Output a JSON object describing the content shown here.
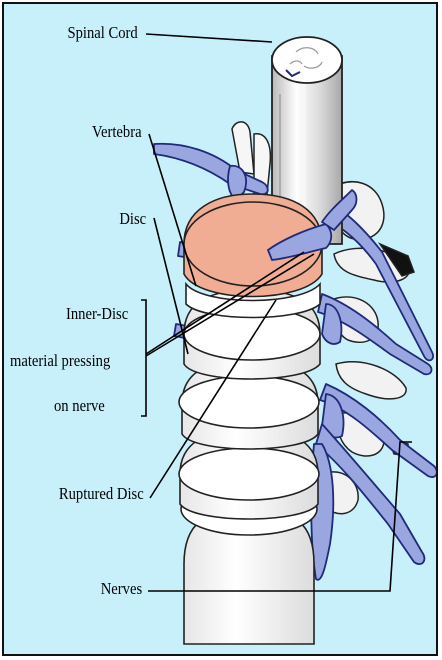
{
  "labels": {
    "spinal_cord": "Spinal Cord",
    "vertebra": "Vertebra",
    "disc": "Disc",
    "inner_disc_line1": "Inner-Disc",
    "inner_disc_line2": "material pressing",
    "inner_disc_line3": "on nerve",
    "ruptured_disc": "Ruptured Disc",
    "nerves": "Nerves"
  },
  "colors": {
    "background": "#c8f0fb",
    "disc": "#f0ad94",
    "bone": "#ffffff",
    "nerve": "#9aa6e0",
    "nerve_outline": "#1f2a7a",
    "cord": "#dcdcdc"
  }
}
